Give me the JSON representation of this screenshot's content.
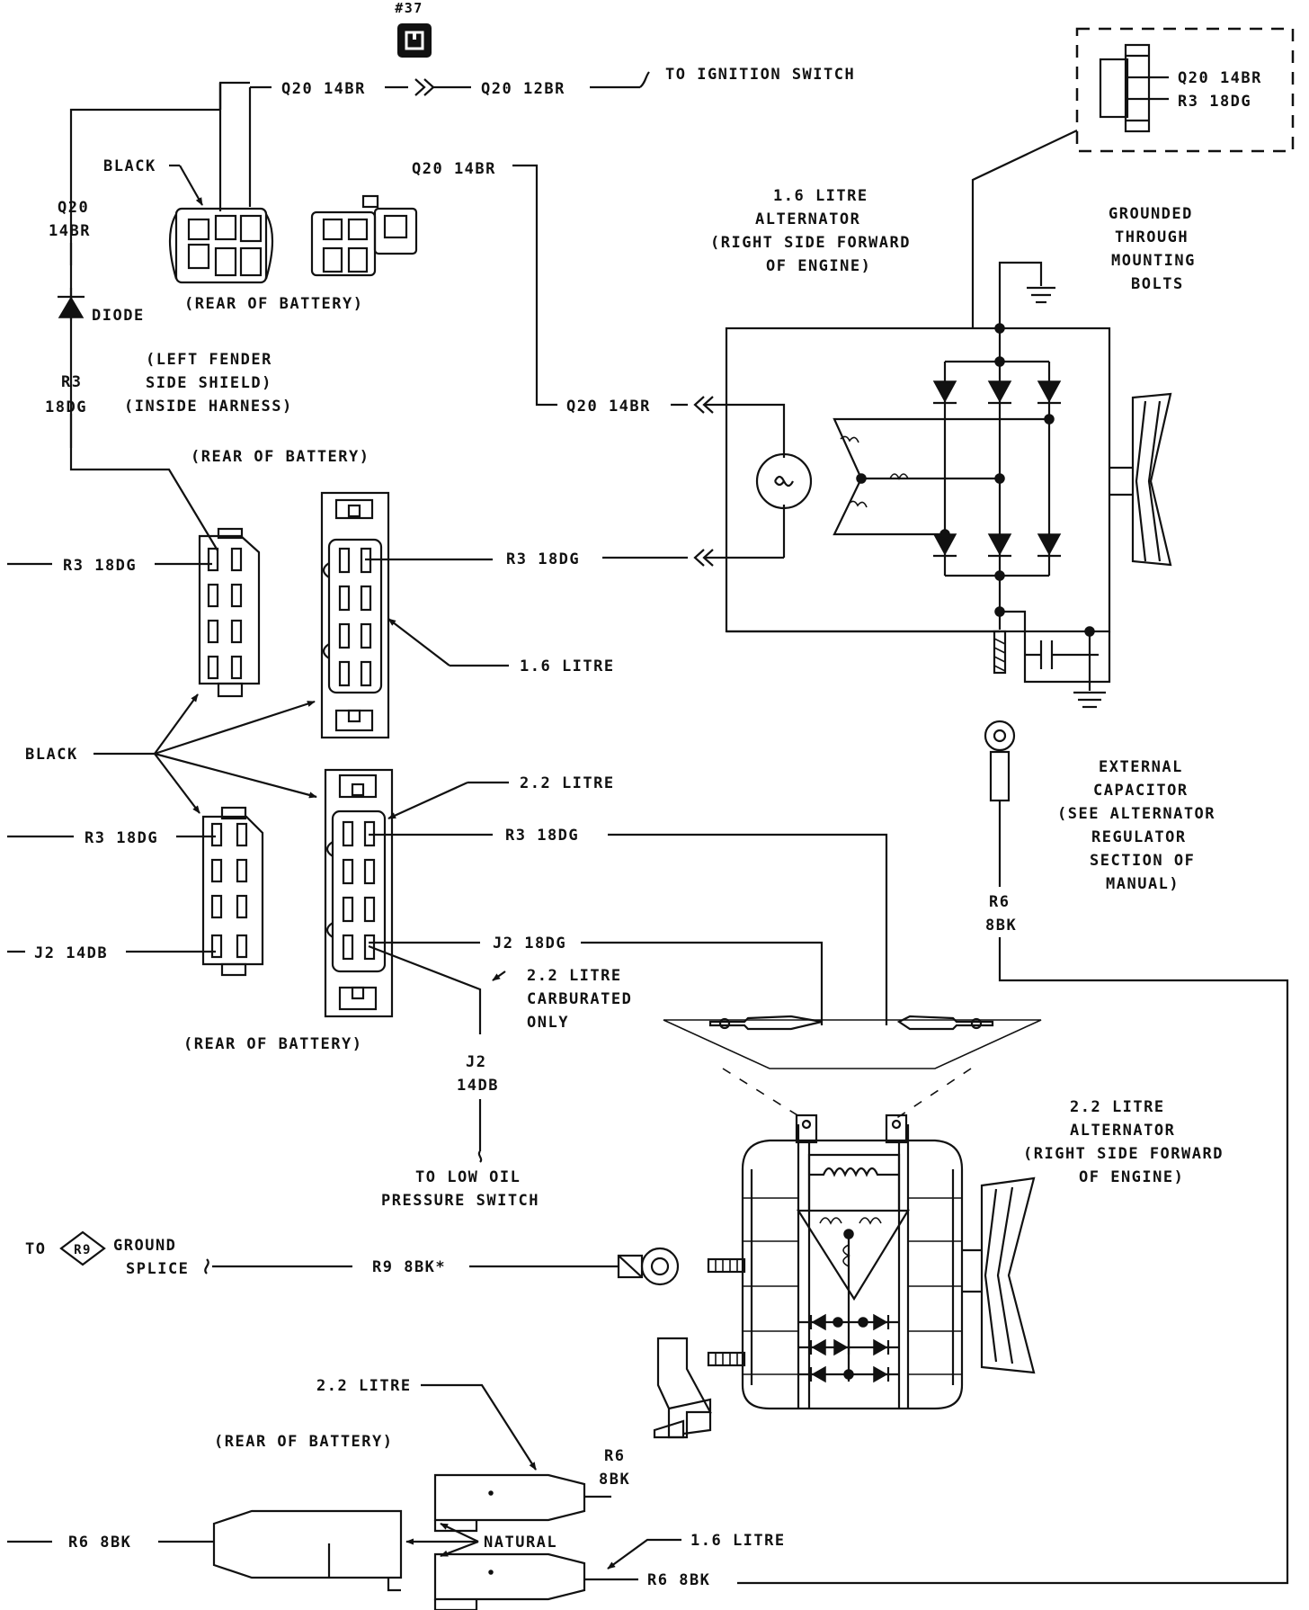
{
  "header": {
    "ref_number": "#37"
  },
  "wires": {
    "q20_14br": "Q20 14BR",
    "q20_12br": "Q20 12BR",
    "q20_vert_a": "Q20",
    "q20_vert_b": "14BR",
    "r3_vert_a": "R3",
    "r3_vert_b": "18DG",
    "r3_18dg": "R3 18DG",
    "j2_14db": "J2 14DB",
    "j2_18dg": "J2 18DG",
    "j2_vert_a": "J2",
    "j2_vert_b": "14DB",
    "r6_vert_a": "R6",
    "r6_vert_b": "8BK",
    "r6_8bk": "R6 8BK",
    "r9_8bk": "R9 8BK*"
  },
  "labels": {
    "to_ignition_switch": "TO IGNITION SWITCH",
    "black": "BLACK",
    "diode": "DIODE",
    "rear_of_battery": "(REAR OF BATTERY)",
    "left_fender_1": "(LEFT FENDER",
    "left_fender_2": "SIDE SHIELD)",
    "left_fender_3": "(INSIDE HARNESS)",
    "alt16_1": "1.6 LITRE",
    "alt16_2": "ALTERNATOR",
    "alt16_3": "(RIGHT SIDE FORWARD",
    "alt16_4": "OF ENGINE)",
    "grounded_1": "GROUNDED",
    "grounded_2": "THROUGH",
    "grounded_3": "MOUNTING",
    "grounded_4": "BOLTS",
    "litre_16": "1.6 LITRE",
    "litre_22": "2.2 LITRE",
    "ext_cap_1": "EXTERNAL",
    "ext_cap_2": "CAPACITOR",
    "ext_cap_3": "(SEE ALTERNATOR",
    "ext_cap_4": "REGULATOR",
    "ext_cap_5": "SECTION OF",
    "ext_cap_6": "MANUAL)",
    "carb_1": "2.2 LITRE",
    "carb_2": "CARBURATED",
    "carb_3": "ONLY",
    "low_oil_1": "TO LOW OIL",
    "low_oil_2": "PRESSURE SWITCH",
    "alt22_1": "2.2 LITRE",
    "alt22_2": "ALTERNATOR",
    "alt22_3": "(RIGHT SIDE FORWARD",
    "alt22_4": "OF ENGINE)",
    "to": "TO",
    "r9_badge": "R9",
    "ground_1": "GROUND",
    "ground_2": "SPLICE",
    "natural": "NATURAL"
  }
}
